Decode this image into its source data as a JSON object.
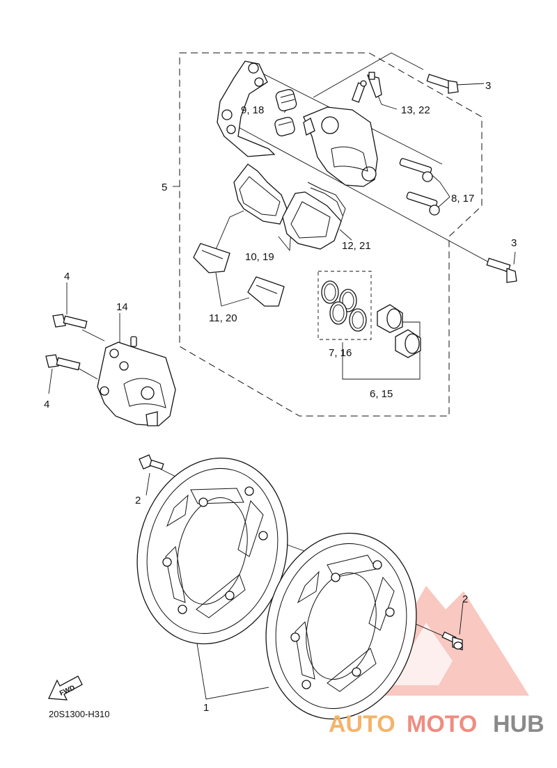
{
  "diagram": {
    "callouts": {
      "c1": "1",
      "c2a": "2",
      "c2b": "2",
      "c3a": "3",
      "c3b": "3",
      "c4a": "4",
      "c4b": "4",
      "c5": "5",
      "c6_15": "6, 15",
      "c7_16": "7, 16",
      "c8_17": "8, 17",
      "c9_18": "9, 18",
      "c10_19": "10, 19",
      "c11_20": "11, 20",
      "c12_21": "12, 21",
      "c13_22": "13, 22",
      "c14": "14"
    },
    "fwd_label": "FWD",
    "diagram_code": "20S1300-H310"
  },
  "watermark": {
    "part1": "AUTO",
    "part2": "MOTO",
    "part3": "HUB",
    "colors": {
      "auto": "#f4b46a",
      "moto": "#f08c80",
      "hub": "#8a8a8a",
      "triangle": "#f29a8e"
    }
  }
}
